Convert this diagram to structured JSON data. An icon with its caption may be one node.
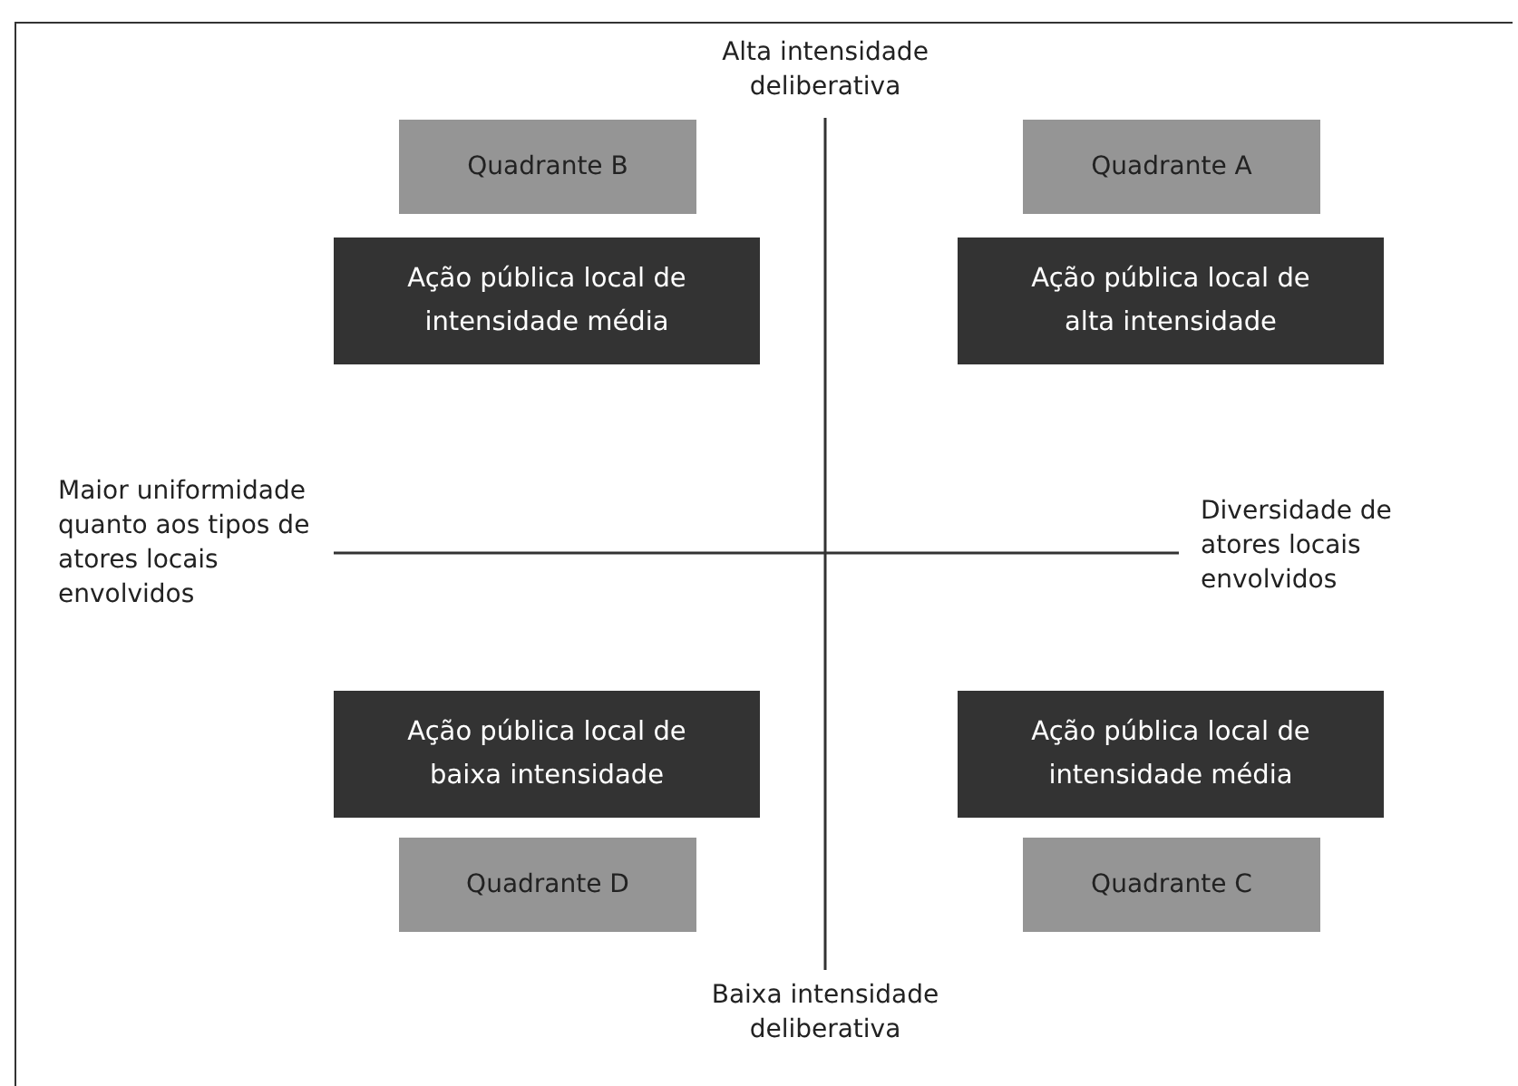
{
  "diagram": {
    "nodes": [
      {
        "text": [
          "Quadrante B"
        ]
      },
      {
        "text": [
          "Quadrante A"
        ]
      },
      {
        "text": [
          "Ação pública local de intensidade média"
        ]
      },
      {
        "text": [
          "Ação pública local de alta intensidade"
        ]
      },
      {
        "text": [
          "Ação pública local de baixa intensidade"
        ]
      },
      {
        "text": [
          "Ação pública local de intensidade média"
        ]
      },
      {
        "text": [
          "Quadrante D"
        ]
      },
      {
        "text": [
          "Quadrante C"
        ]
      }
    ],
    "labels": [
      "Alta intensidade deliberativa",
      "Maior uniformidade quanto aos tipos de atores locais envolvidos",
      "Diversidade de atores locais envolvidos",
      "Baixa intensidade deliberativa"
    ]
  }
}
